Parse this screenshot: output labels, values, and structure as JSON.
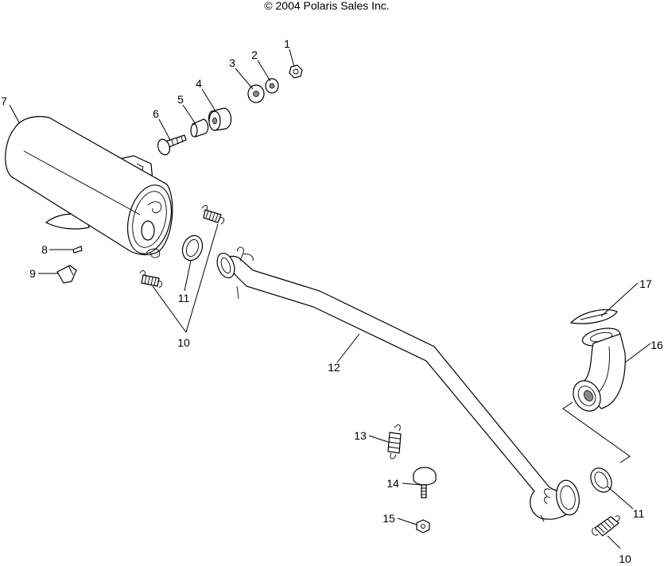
{
  "caption": "© 2004 Polaris Sales Inc.",
  "callouts": {
    "p1": "1",
    "p2": "2",
    "p3": "3",
    "p4": "4",
    "p5": "5",
    "p6": "6",
    "p7": "7",
    "p8": "8",
    "p9": "9",
    "p10a": "10",
    "p10b": "10",
    "p11a": "11",
    "p11b": "11",
    "p12": "12",
    "p13": "13",
    "p14": "14",
    "p15": "15",
    "p16": "16",
    "p17": "17"
  }
}
